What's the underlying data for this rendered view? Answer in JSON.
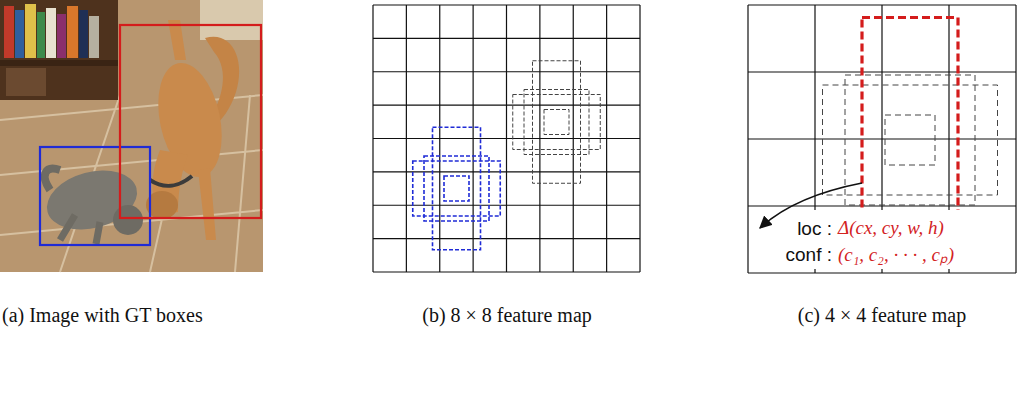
{
  "diagram": {
    "labels": [
      "(a) Image with GT boxes",
      "(b) 8 × 8 feature map",
      "(c) 4 × 4 feature map",
      "loc :",
      "Δ(cx, cy, w, h)",
      "conf :",
      "(c₁, c₂, · · · , cₚ)"
    ]
  }
}
